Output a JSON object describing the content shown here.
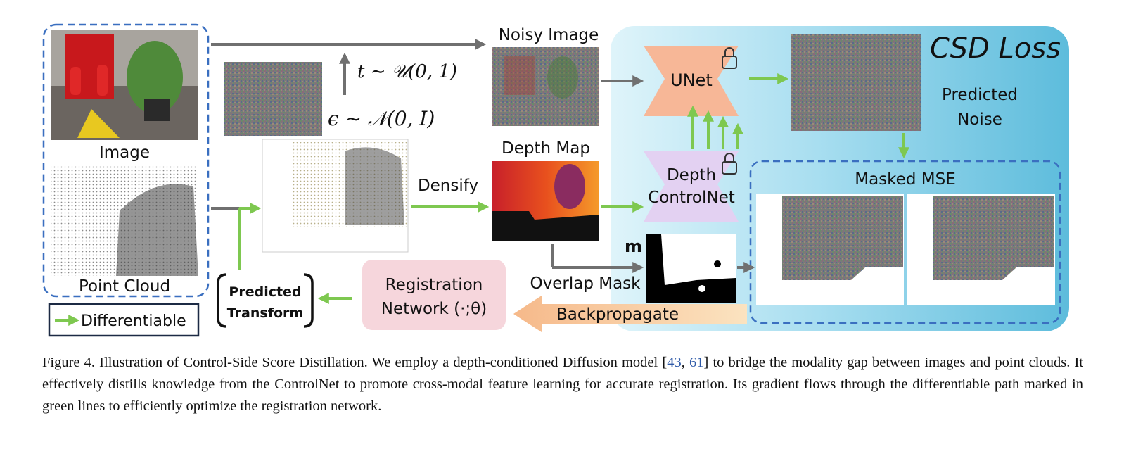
{
  "diagram": {
    "loss_title": "CSD Loss",
    "image_label": "Image",
    "point_cloud_label": "Point Cloud",
    "legend_label": "Differentiable",
    "timestep_formula": "t ∼ 𝒰(0, 1)",
    "noise_formula": "ϵ ∼ 𝒩(0, I)",
    "noisy_image_label": "Noisy Image",
    "densify_label": "Densify",
    "depth_map_label": "Depth Map",
    "unet_label": "UNet",
    "controlnet_label_1": "Depth",
    "controlnet_label_2": "ControlNet",
    "predicted_noise_label_1": "Predicted",
    "predicted_noise_label_2": "Noise",
    "masked_mse_label": "Masked MSE",
    "mask_symbol": "m",
    "overlap_mask_label": "Overlap Mask",
    "registration_label_1": "Registration",
    "registration_label_2": "Network (·;θ)",
    "backprop_label": "Backpropagate",
    "predicted_transform_label_1": "Predicted",
    "predicted_transform_label_2": "Transform",
    "colors": {
      "panel": "#6cc4e0",
      "differentiable": "#7ec850",
      "gray_arrow": "#707070",
      "dashed": "#3a6fc0",
      "unet": "#f7b797",
      "controlnet": "#e3d1f2",
      "registration": "#f6d6dc",
      "backprop": "#f7c99a"
    }
  },
  "caption": {
    "prefix": "Figure 4. Illustration of Control-Side Score Distillation. We employ a depth-conditioned Diffusion model [",
    "ref1": "43",
    "sep": ", ",
    "ref2": "61",
    "suffix": "] to bridge the modality gap between images and point clouds. It effectively distills knowledge from the ControlNet to promote cross-modal feature learning for accurate registration. Its gradient flows through the differentiable path marked in green lines to efficiently optimize the registration network."
  }
}
